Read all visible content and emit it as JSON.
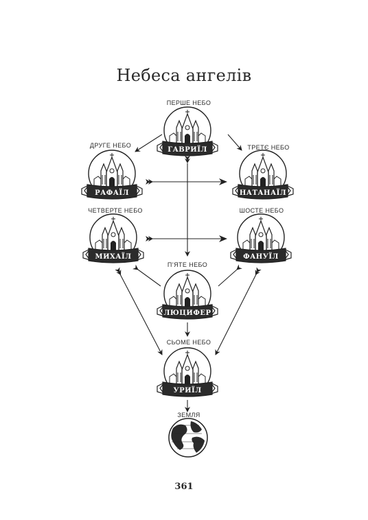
{
  "title": "Небеса ангелів",
  "page_number": "361",
  "heavens": [
    {
      "id": "first",
      "heaven": "ПЕРШЕ НЕБО",
      "angel": "ГАВРИЇЛ"
    },
    {
      "id": "second",
      "heaven": "ДРУГЕ НЕБО",
      "angel": "РАФАЇЛ"
    },
    {
      "id": "third",
      "heaven": "ТРЕТЄ НЕБО",
      "angel": "НАТАНАЇЛ"
    },
    {
      "id": "fourth",
      "heaven": "ЧЕТВЕРТЕ НЕБО",
      "angel": "МИХАЇЛ"
    },
    {
      "id": "sixth",
      "heaven": "ШОСТЕ НЕБО",
      "angel": "ФАНУЇЛ"
    },
    {
      "id": "fifth",
      "heaven": "П’ЯТЕ НЕБО",
      "angel": "ЛЮЦИФЕР"
    },
    {
      "id": "seventh",
      "heaven": "СЬОМЕ НЕБО",
      "angel": "УРИЇЛ"
    }
  ],
  "earth": {
    "label": "ЗЕМЛЯ"
  }
}
